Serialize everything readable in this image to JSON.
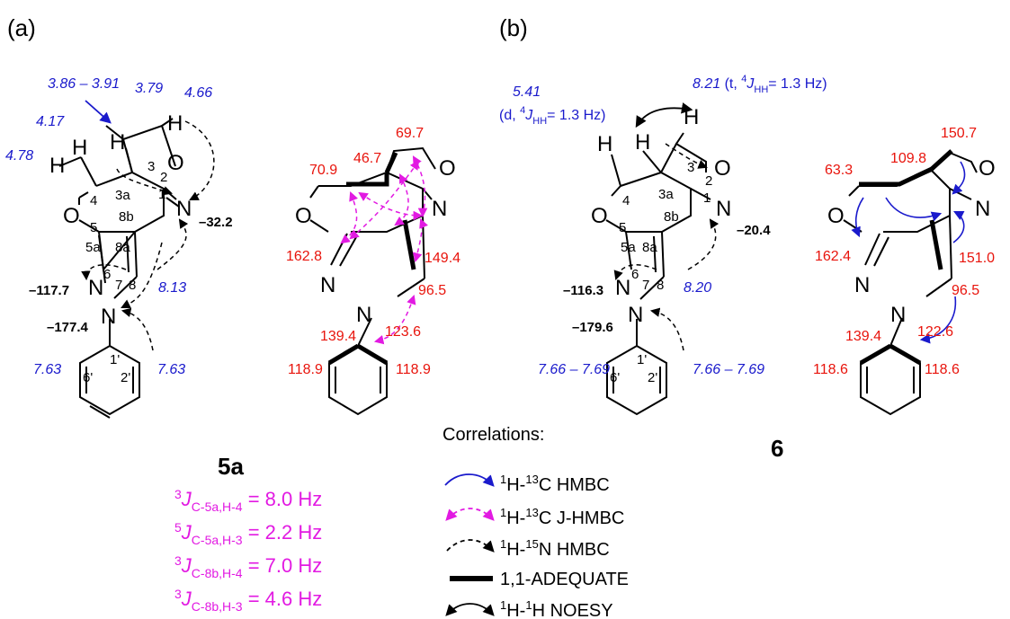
{
  "panels": {
    "a": {
      "label": "(a)",
      "compound": "5a",
      "atoms": [
        "N",
        "O",
        "N",
        "N",
        "N",
        "O",
        "H",
        "H",
        "H",
        "H"
      ],
      "numbering": [
        "1",
        "2",
        "3",
        "3a",
        "4",
        "5",
        "5a",
        "6",
        "7",
        "8",
        "8a",
        "8b",
        "1'",
        "2'",
        "6'"
      ],
      "proton_shifts": [
        "3.86 – 3.91",
        "3.79",
        "4.66",
        "4.17",
        "4.78",
        "8.13",
        "7.63",
        "7.63"
      ],
      "n15_shifts": [
        "–32.2",
        "–117.7",
        "–177.4"
      ],
      "c13_shifts": [
        "69.7",
        "70.9",
        "46.7",
        "149.4",
        "162.8",
        "96.5",
        "123.6",
        "139.4",
        "118.9",
        "118.9"
      ],
      "coupling_constants": [
        {
          "sup": "3",
          "sub": "C-5a,H-4",
          "value": " = 8.0 Hz"
        },
        {
          "sup": "5",
          "sub": "C-5a,H-3",
          "value": " = 2.2 Hz"
        },
        {
          "sup": "3",
          "sub": "C-8b,H-4",
          "value": " = 7.0 Hz"
        },
        {
          "sup": "3",
          "sub": "C-8b,H-3",
          "value": " = 4.6 Hz"
        }
      ]
    },
    "b": {
      "label": "(b)",
      "compound": "6",
      "noesy_left": "5.41",
      "noesy_left_note_pre": "(d, ",
      "noesy_left_note_post": "= 1.3 Hz)",
      "noesy_right": "8.21",
      "noesy_right_note_pre": " (t, ",
      "noesy_right_note_post": "= 1.3 Hz)",
      "coupling_sup": "4",
      "coupling_j": "J",
      "coupling_sub": "HH",
      "proton_shifts": [
        "8.20",
        "7.66 – 7.69",
        "7.66 – 7.69"
      ],
      "n15_shifts": [
        "–20.4",
        "–116.3",
        "–179.6"
      ],
      "c13_shifts": [
        "150.7",
        "63.3",
        "109.8",
        "151.0",
        "162.4",
        "96.5",
        "122.6",
        "139.4",
        "118.6",
        "118.6"
      ]
    }
  },
  "legend": {
    "title": "Correlations:",
    "items": [
      {
        "pre": "",
        "s1": "1",
        "m": "H-",
        "s2": "13",
        "post": "C HMBC",
        "color": "#1a1acc"
      },
      {
        "pre": "",
        "s1": "1",
        "m": "H-",
        "s2": "13",
        "post": "C J-HMBC",
        "color": "#e21ae2"
      },
      {
        "pre": "",
        "s1": "1",
        "m": "H-",
        "s2": "15",
        "post": "N HMBC",
        "color": "#000000"
      },
      {
        "pre": "1,1-ADEQUATE",
        "s1": "",
        "m": "",
        "s2": "",
        "post": "",
        "color": "#000000"
      },
      {
        "pre": "",
        "s1": "1",
        "m": "H-",
        "s2": "1",
        "post": "H NOESY",
        "color": "#000000"
      }
    ]
  },
  "colors": {
    "hmbc": "#1a1acc",
    "jhmbc": "#e21ae2",
    "nhmbc": "#000000",
    "carbon_shift": "#e8140c",
    "proton_shift": "#1a1acc"
  }
}
